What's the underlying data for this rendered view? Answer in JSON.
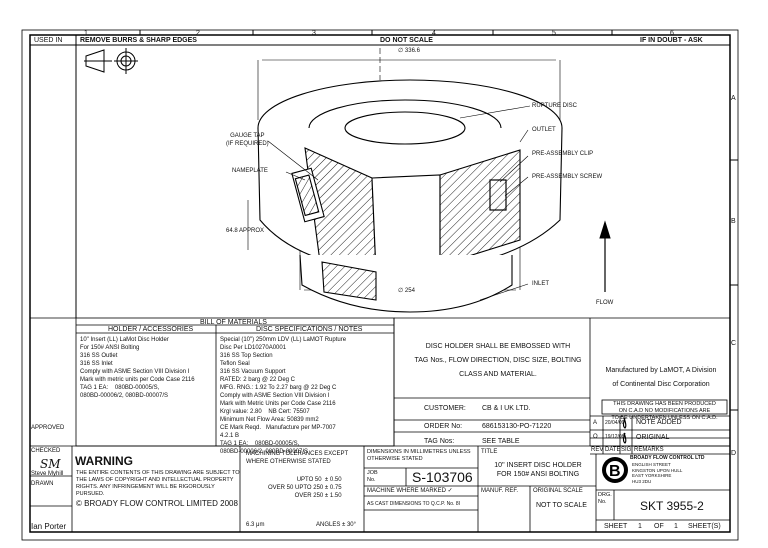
{
  "header": {
    "zones_top": [
      "1",
      "2",
      "3",
      "4",
      "5",
      "6"
    ],
    "zones_side": [
      "A",
      "B",
      "C",
      "D"
    ],
    "used_in": "USED IN",
    "remove_burrs": "REMOVE BURRS & SHARP EDGES",
    "do_not_scale": "DO NOT SCALE",
    "if_in_doubt": "IF IN DOUBT - ASK"
  },
  "drawing": {
    "dia_top": "∅ 336.6",
    "rupture_disc": "RUPTURE DISC",
    "outlet": "OUTLET",
    "gauge_tap": "GAUGE TAP\n(IF REQUIRED)",
    "pre_assembly_clip": "PRE-ASSEMBLY CLIP",
    "nameplate": "NAMEPLATE",
    "pre_assembly_screw": "PRE-ASSEMBLY SCREW",
    "approx": "64.8 APPROX",
    "dia_bottom": "∅ 254",
    "inlet": "INLET",
    "flow": "FLOW"
  },
  "bom": {
    "title": "BILL OF MATERIALS",
    "col1": "HOLDER / ACCESSORIES",
    "col2": "DISC SPECIFICATIONS / NOTES",
    "holder_text": "10\" Insert (LL) LaMot Disc Holder\nFor 150# ANSI Bolting\n316 SS Outlet\n316 SS Inlet\nComply with ASME Section VIII Division I\nMark with metric units per Code Case 2116\nTAG 1 EA:    080BD-00005/S,\n080BD-00006/2, 080BD-00007/S",
    "disc_text": "Special (10\") 250mm LDV (LL) LaMOT Rupture\nDisc Per LD10270A0001\n316 SS Top Section\nTeflon Seal\n316 SS Vacuum Support\nRATED: 2 barg @ 22 Deg C\nMFG. RNG.: 1.92 To 2.27 barg @ 22 Deg C\nComply with ASME Section VIII Division I\nMark with Metric Units per Code Case 2116\nKrgl value: 2.80    NB Cert: 75507\nMinimum Net Flow Area: 50839 mm2\nCE Mark Reqd.   Manufacture per MP-7007\n4.2.1 B\nTAG 1 EA:    080BD-00005/S,\n080BD-00006/2, 080BD-00007/S"
  },
  "notes": {
    "emboss": "DISC HOLDER SHALL BE EMBOSSED WITH\nTAG Nos., FLOW DIRECTION, DISC SIZE, BOLTING\nCLASS AND MATERIAL.",
    "manufactured": "Manufactured by LaMOT, A Division\nof Continental Disc Corporation",
    "produced": "THIS DRAWING HAS BEEN PRODUCED\nON C.A.D NO MODIFICATIONS ARE\nTO BE UNDERTAKEN UNLESS ON C.A.D."
  },
  "order": {
    "customer_label": "CUSTOMER:",
    "customer": "CB & I UK LTD.",
    "order_label": "ORDER No:",
    "order_no": "686153130-PO-71220",
    "tag_label": "TAG Nos:",
    "tag_value": "SEE TABLE"
  },
  "revisions": [
    {
      "rev": "A",
      "date": "20/04/09",
      "sig": "",
      "remark": "NOTE ADDED"
    },
    {
      "rev": "O",
      "date": "19/12/08",
      "sig": "",
      "remark": "ORIGINAL"
    }
  ],
  "rev_headers": {
    "rev": "REV",
    "date": "DATE",
    "sig": "SIG",
    "remarks": "REMARKS"
  },
  "approval": {
    "approved": "APPROVED",
    "checked": "CHECKED",
    "checked_initials": "SM",
    "checked_name": "Steve Myhill",
    "drawn": "DRAWN",
    "drawn_name": "Ian Porter"
  },
  "warning": {
    "title": "WARNING",
    "text": "THE ENTIRE CONTENTS OF THIS DRAWING ARE SUBJECT TO\nTHE LAWS OF COPYRIGHT AND INTELLECTUAL PROPERTY\nRIGHTS. ANY INFRINGEMENT WILL BE RIGOROUSLY\nPURSUED.",
    "copyright": "© BROADY FLOW CONTROL LIMITED 2008"
  },
  "tolerances": {
    "title": "MACHINING TOLERANCES EXCEPT\nWHERE OTHERWISE STATED",
    "lines": "UPTO 50  ± 0.50\nOVER 50 UPTO 250 ± 0.75\nOVER 250 ± 1.50",
    "finish": "6.3 μm",
    "angles": "ANGLES ± 30°"
  },
  "titleblock": {
    "dims": "DIMENSIONS IN MILLIMETRES UNLESS\nOTHERWISE STATED",
    "job_label": "JOB\nNo.",
    "job_no": "S-103706",
    "machine_marked": "MACHINE WHERE MARKED ✓",
    "cast_dims": "AS CAST DIMENSIONS TO Q.C.P. No. 8I",
    "title_label": "TITLE",
    "title": "10\" INSERT DISC HOLDER\nFOR 150# ANSI BOLTING",
    "manuf_ref": "MANUF. REF.",
    "original_scale": "ORIGINAL SCALE",
    "not_to_scale": "NOT TO SCALE",
    "company": "BROADY FLOW CONTROL LTD",
    "address": "ENGLISH STREET\nKINGSTON UPON HULL\nEAST YORKSHIRE\nHU3 2DU",
    "drg_label": "DRG.\nNo.",
    "drg_no": "SKT 3955-2",
    "sheet": "SHEET",
    "sheet_num": "1",
    "of": "OF",
    "sheet_total": "1",
    "sheets": "SHEET(S)"
  }
}
